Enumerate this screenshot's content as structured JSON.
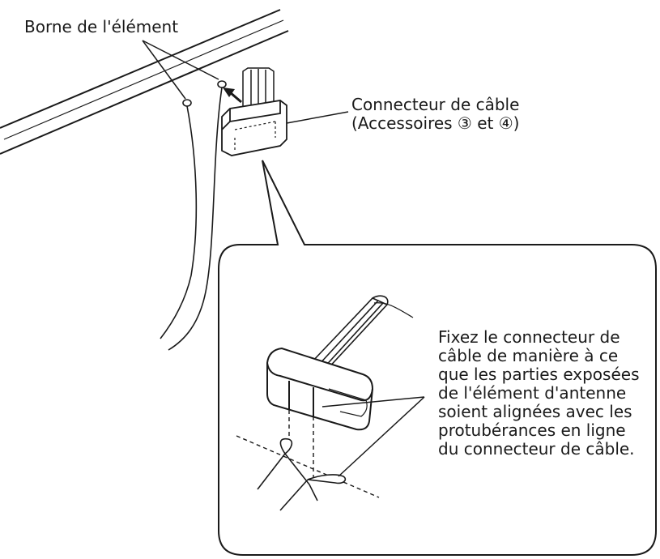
{
  "labels": {
    "borne": "Borne de l'élément",
    "connecteur": [
      "Connecteur de câble",
      "(Accessoires ③ et ④)"
    ],
    "instruction": [
      "Fixez le connecteur de",
      "câble de manière à ce",
      "que les parties exposées",
      "de l'élément d'antenne",
      "soient alignées avec les",
      "protubérances en ligne",
      "du connecteur de câble."
    ]
  }
}
